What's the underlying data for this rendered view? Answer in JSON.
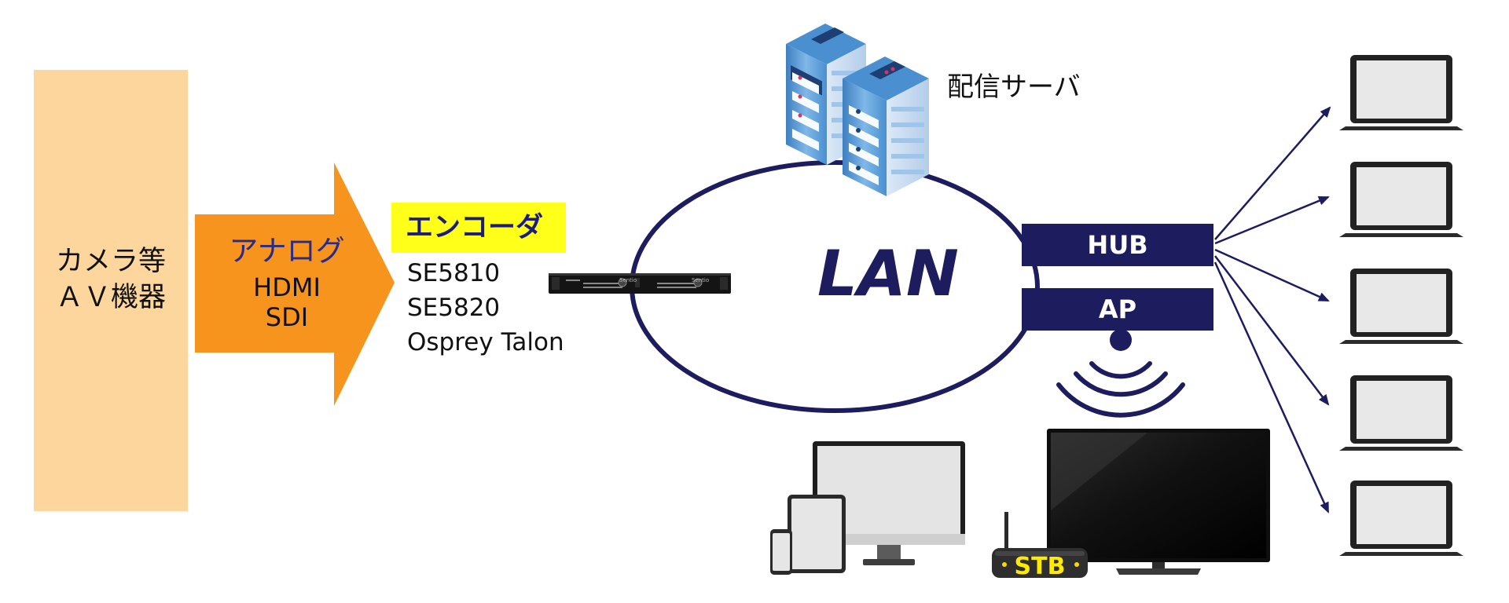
{
  "source": {
    "label_line1": "カメラ等",
    "label_line2": "ＡＶ機器"
  },
  "inputs": {
    "analog": "アナログ",
    "hdmi": "HDMI",
    "sdi": "SDI"
  },
  "encoder": {
    "title": "エンコーダ",
    "models": [
      "SE5810",
      "SE5820",
      "Osprey Talon"
    ]
  },
  "server": {
    "label": "配信サーバ"
  },
  "network": {
    "lan": "LAN",
    "hub": "HUB",
    "ap": "AP"
  },
  "stb": {
    "label": "STB"
  },
  "colors": {
    "navy": "#1c1c5e",
    "orange": "#f7941d",
    "peach": "#fcd69c",
    "yellow": "#ffff1a",
    "server_blue": "#4a90d0"
  }
}
